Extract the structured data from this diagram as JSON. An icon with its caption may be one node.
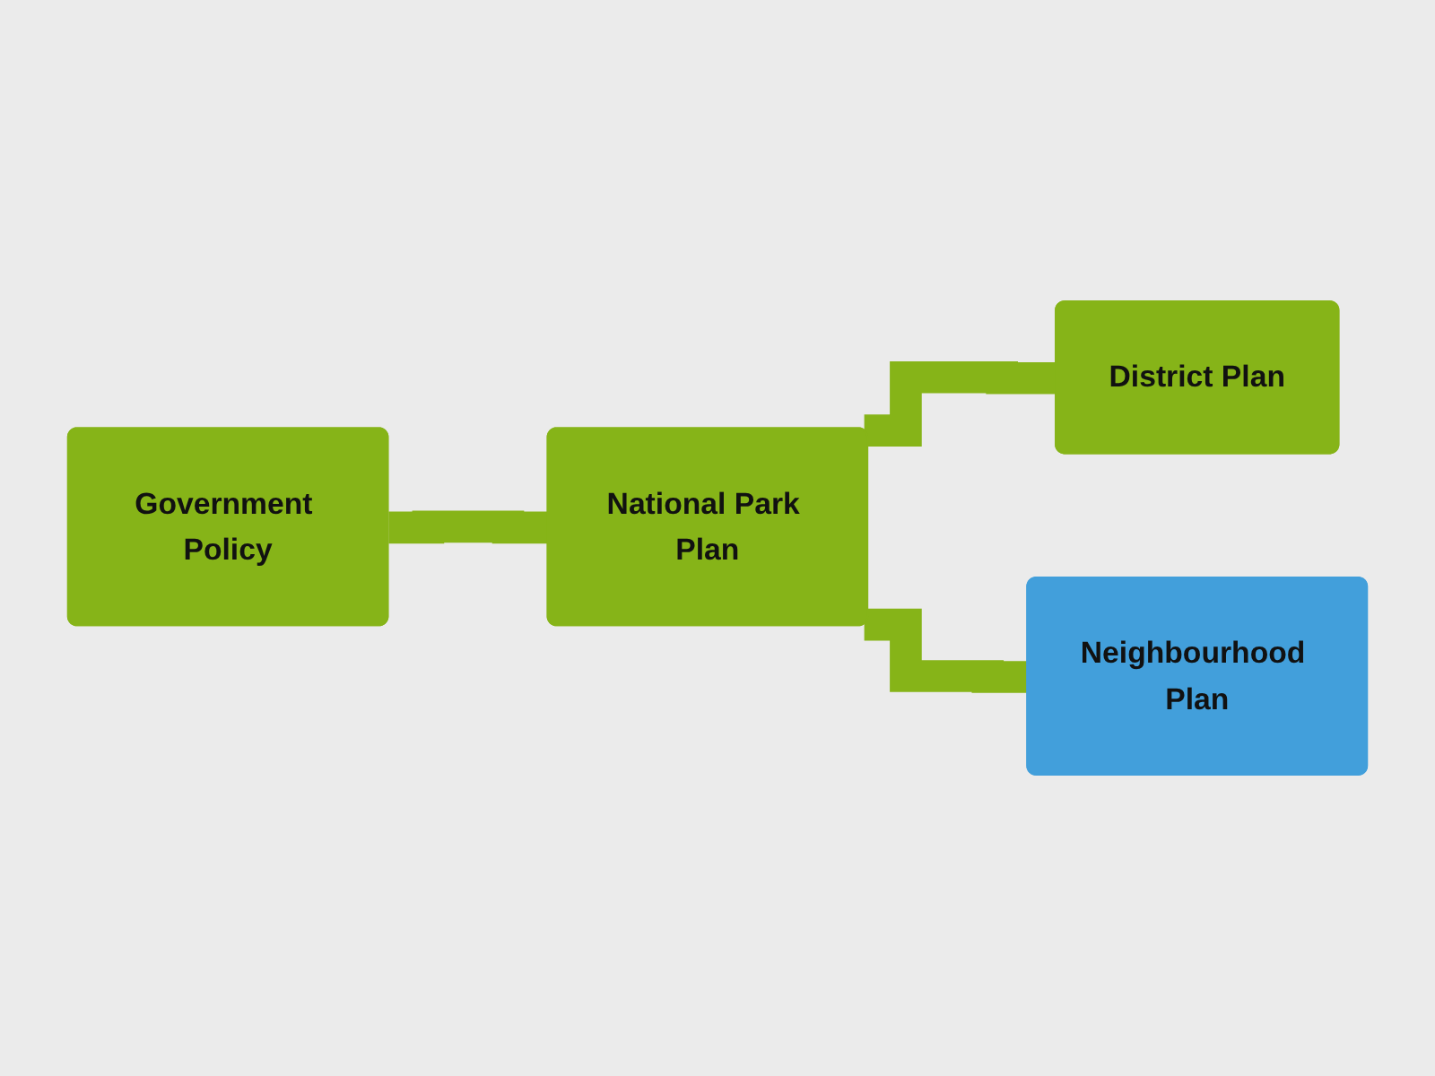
{
  "diagram": {
    "nodes": [
      {
        "text": [
          "Government Policy"
        ]
      },
      {
        "text": [
          "National Park Plan"
        ]
      },
      {
        "text": [
          "District Plan"
        ]
      },
      {
        "text": [
          "Neighbourhood Plan"
        ]
      }
    ],
    "edges": [
      {
        "from": 0,
        "to": 1,
        "arrow": "none"
      },
      {
        "from": 1,
        "to": 2,
        "arrow": "none"
      },
      {
        "from": 1,
        "to": 3,
        "arrow": "none"
      }
    ]
  }
}
